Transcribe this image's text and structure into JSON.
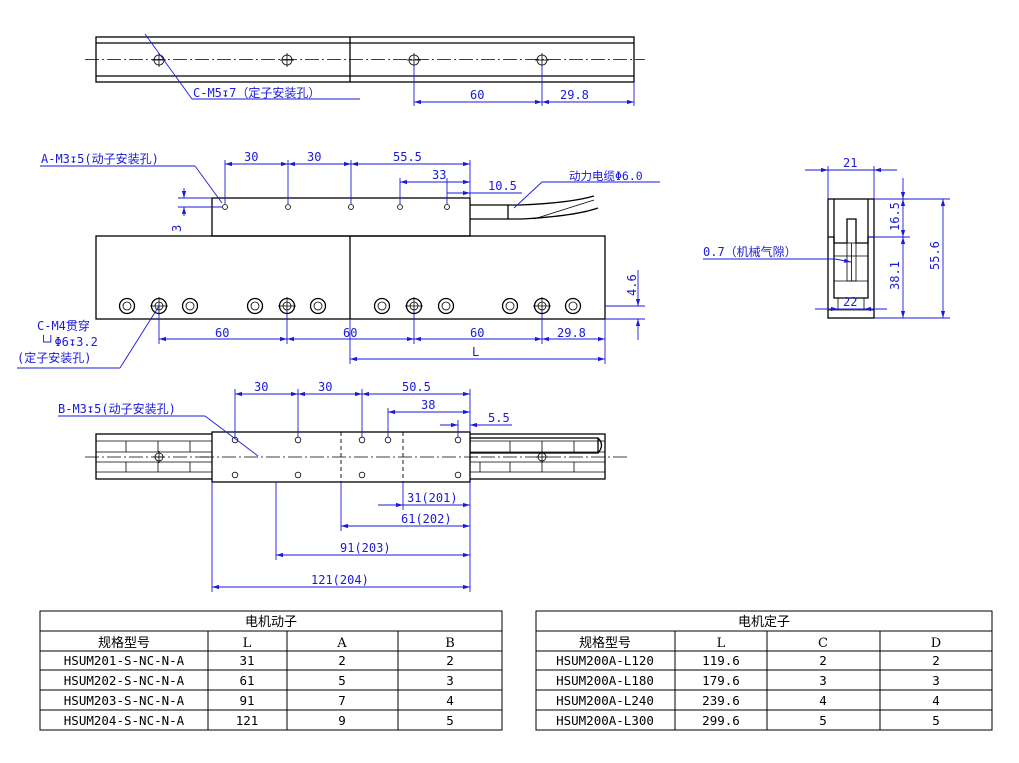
{
  "annotations": {
    "top_stator_hole": "C-M5↧7（定子安装孔）",
    "top_dim_60": "60",
    "top_dim_29_8": "29.8",
    "mover_a_hole": "A-M3↧5(动子安装孔)",
    "front_dim_30a": "30",
    "front_dim_30b": "30",
    "front_dim_55_5": "55.5",
    "front_dim_33": "33",
    "front_dim_10_5": "10.5",
    "cable": "动力电缆Φ6.0",
    "front_dim_3": "3",
    "front_dim_4_6": "4.6",
    "stator_c_hole_line1": "C-M4贯穿",
    "stator_c_hole_line2": "└┘Φ6↧3.2",
    "stator_c_hole_line3": "(定子安装孔)",
    "bottom_dim_60a": "60",
    "bottom_dim_60b": "60",
    "bottom_dim_60c": "60",
    "bottom_dim_29_8": "29.8",
    "bottom_dim_L": "L",
    "side_dim_21": "21",
    "side_dim_16_5": "16.5",
    "side_dim_55_6": "55.6",
    "side_dim_38_1": "38.1",
    "side_dim_22": "22",
    "air_gap": "0.7（机械气隙）",
    "mover_b_hole": "B-M3↧5(动子安装孔)",
    "plan_dim_30a": "30",
    "plan_dim_30b": "30",
    "plan_dim_50_5": "50.5",
    "plan_dim_38": "38",
    "plan_dim_5_5": "5.5",
    "plan_dim_31": "31(201)",
    "plan_dim_61": "61(202)",
    "plan_dim_91": "91(203)",
    "plan_dim_121": "121(204)"
  },
  "mover_table": {
    "title": "电机动子",
    "headers": [
      "规格型号",
      "L",
      "A",
      "B"
    ],
    "rows": [
      [
        "HSUM201-S-NC-N-A",
        "31",
        "2",
        "2"
      ],
      [
        "HSUM202-S-NC-N-A",
        "61",
        "5",
        "3"
      ],
      [
        "HSUM203-S-NC-N-A",
        "91",
        "7",
        "4"
      ],
      [
        "HSUM204-S-NC-N-A",
        "121",
        "9",
        "5"
      ]
    ]
  },
  "stator_table": {
    "title": "电机定子",
    "headers": [
      "规格型号",
      "L",
      "C",
      "D"
    ],
    "rows": [
      [
        "HSUM200A-L120",
        "119.6",
        "2",
        "2"
      ],
      [
        "HSUM200A-L180",
        "179.6",
        "3",
        "3"
      ],
      [
        "HSUM200A-L240",
        "239.6",
        "4",
        "4"
      ],
      [
        "HSUM200A-L300",
        "299.6",
        "5",
        "5"
      ]
    ]
  },
  "colors": {
    "dimension": "#1a1adc",
    "outline": "#000000"
  }
}
